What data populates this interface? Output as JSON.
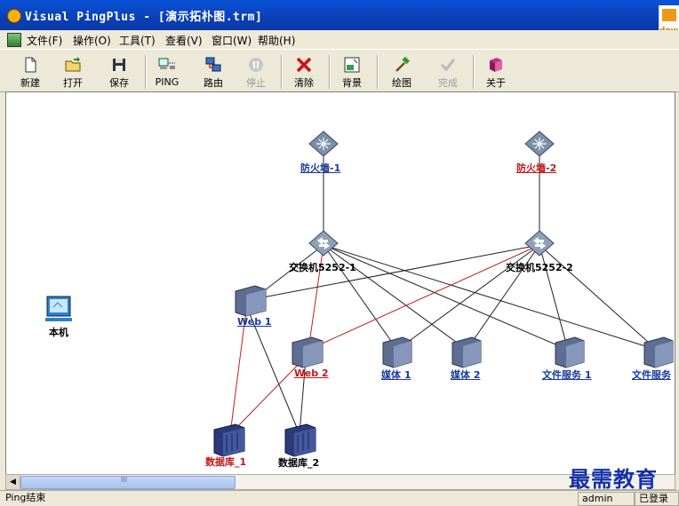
{
  "window": {
    "title": "Visual PingPlus - [演示拓朴图.trm]"
  },
  "corner_logo_text": "dow",
  "menu": [
    {
      "label": "文件(F)"
    },
    {
      "label": "操作(O)"
    },
    {
      "label": "工具(T)"
    },
    {
      "label": "查看(V)"
    },
    {
      "label": "窗口(W)"
    },
    {
      "label": "帮助(H)"
    }
  ],
  "toolbar": {
    "new": "新建",
    "open": "打开",
    "save": "保存",
    "ping": "PING",
    "route": "路由",
    "stop": "停止",
    "clear": "清除",
    "background": "背景",
    "draw": "绘图",
    "done": "完成",
    "about": "关于"
  },
  "nodes": {
    "firewall1": "防火墙-1",
    "firewall2": "防火墙-2",
    "switch1": "交换机5252-1",
    "switch2": "交换机5252-2",
    "web1": "Web 1",
    "web2": "Web 2",
    "media1": "媒体 1",
    "media2": "媒体 2",
    "fileserver1": "文件服务 1",
    "fileserver2": "文件服务",
    "db1": "数据库_1",
    "db2": "数据库_2",
    "localhost": "本机"
  },
  "scrollbar": {
    "thumb_label": "III"
  },
  "status": {
    "message": "Ping结束",
    "user": "admin",
    "login": "已登录"
  },
  "watermark": "最需教育",
  "colors": {
    "link_black": "#222222",
    "link_red": "#c02020",
    "label_blue": "#1a3a9a",
    "label_red": "#c01818"
  }
}
